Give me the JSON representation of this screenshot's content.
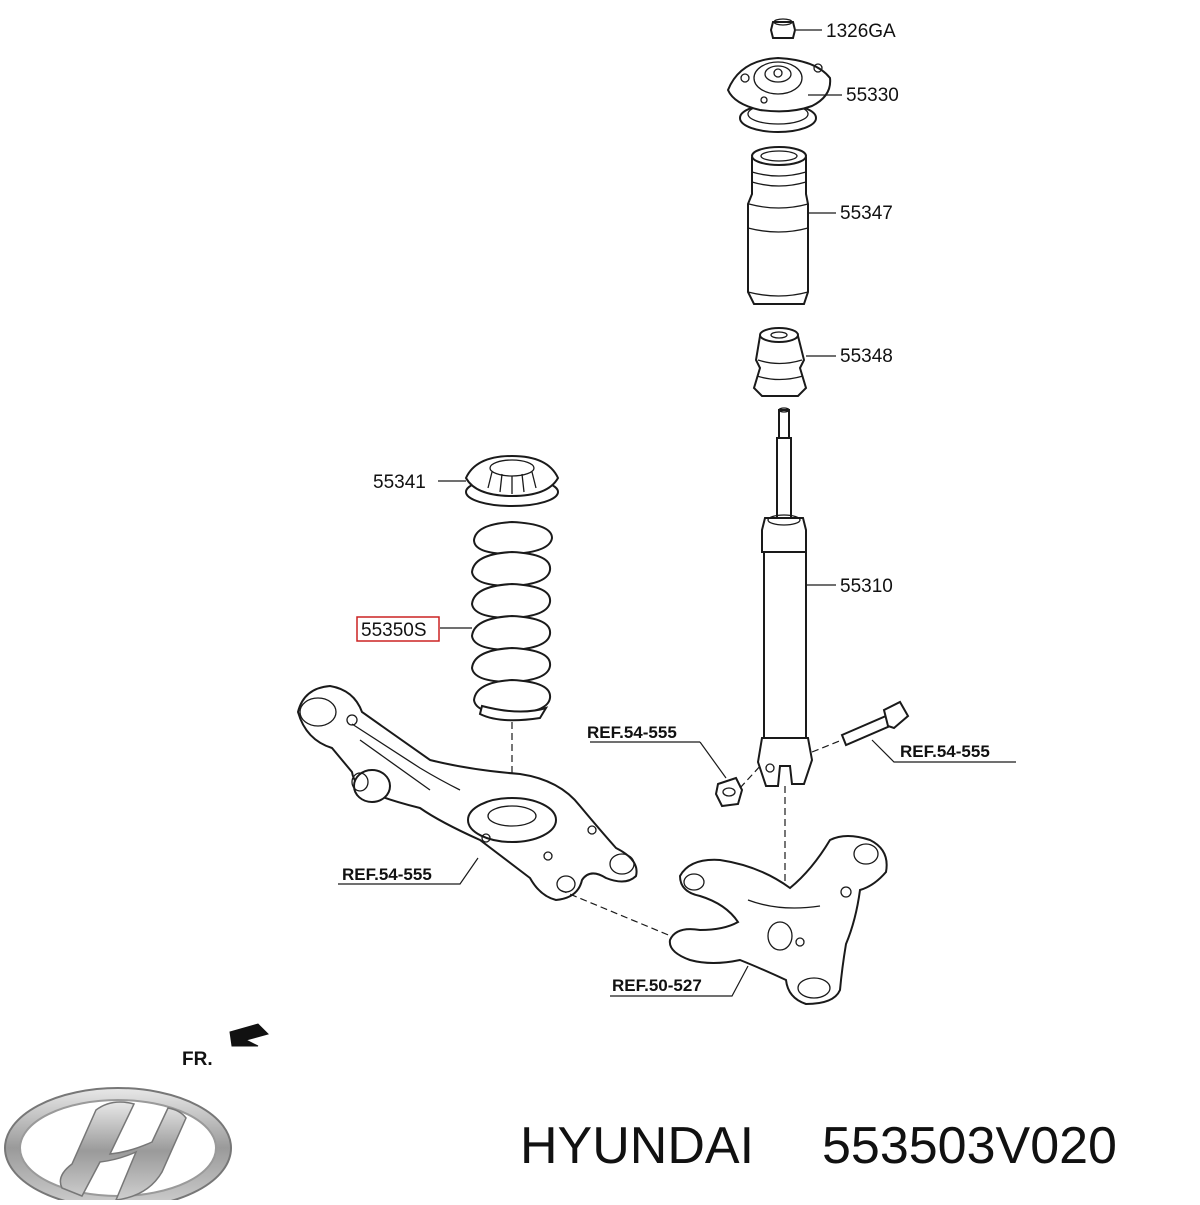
{
  "labels": {
    "nut": "1326GA",
    "mount": "55330",
    "dust_cover": "55347",
    "bumper": "55348",
    "spring_pad": "55341",
    "spring": "55350S",
    "shock": "55310",
    "ref_nut": "REF.54-555",
    "ref_bolt": "REF.54-555",
    "ref_arm": "REF.54-555",
    "ref_knuckle": "REF.50-527"
  },
  "front_marker": "FR.",
  "brand": "HYUNDAI",
  "part_number": "553503V020",
  "colors": {
    "line": "#1a1a1a",
    "highlight_box": "#cc2222",
    "background": "#ffffff"
  },
  "icons": [
    "hyundai-logo",
    "front-direction-arrow"
  ]
}
